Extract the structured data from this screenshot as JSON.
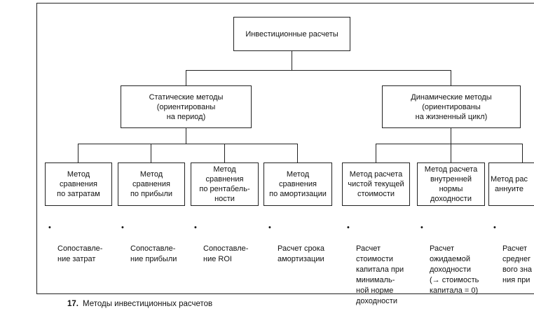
{
  "root": "Инвестиционные расчеты",
  "groups": [
    {
      "label": "Статические методы\n(ориентированы\nна период)",
      "methods": [
        {
          "label": "Метод\nсравнения\nпо затратам",
          "note": "Сопоставле-\nние затрат"
        },
        {
          "label": "Метод\nсравнения\nпо прибыли",
          "note": "Сопоставле-\nние прибыли"
        },
        {
          "label": "Метод\nсравнения\nпо рентабель-\nности",
          "note": "Сопоставле-\nние ROI"
        },
        {
          "label": "Метод\nсравнения\nпо амортизации",
          "note": "Расчет срока\nамортизации"
        }
      ]
    },
    {
      "label": "Динамические методы\n(ориентированы\nна жизненный цикл)",
      "methods": [
        {
          "label": "Метод расчета\nчистой текущей\nстоимости",
          "note": "Расчет\nстоимости\nкапитала при\nминималь-\nной норме\nдоходности"
        },
        {
          "label": "Метод расчета\nвнутренней\nнормы\nдоходности",
          "note": "Расчет\nожидаемой\nдоходности\n(→ стоимость\nкапитала = 0)"
        },
        {
          "label": "Метод рас\nаннуите",
          "note": "Расчет\nсреднег\nвого зна\nния при"
        }
      ]
    }
  ],
  "bullet": "•",
  "caption": {
    "number": "17.",
    "text": "Методы инвестиционных расчетов"
  }
}
